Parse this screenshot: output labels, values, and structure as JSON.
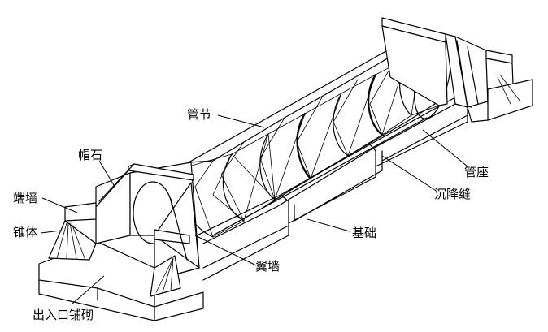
{
  "labels": {
    "pipe_segment": "管节",
    "cap_stone": "帽石",
    "end_wall": "端墙",
    "cone_slope": "锥体",
    "inlet_paving": "出入口铺砌",
    "pipe_seat": "管座",
    "settlement_joint": "沉降缝",
    "foundation": "基础",
    "wing_wall": "翼墙"
  }
}
